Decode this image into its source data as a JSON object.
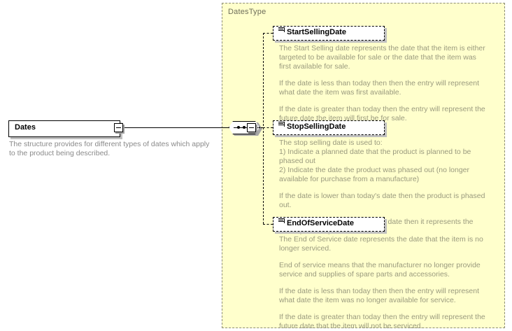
{
  "diagram": {
    "type_container_label": "DatesType",
    "root_element": {
      "name": "Dates",
      "description": "The structure provides for different types of dates which apply to the product being described.",
      "collapse_icon": "minus-box-icon"
    },
    "compositor": {
      "kind": "sequence-icon",
      "collapse_icon": "minus-box-icon"
    },
    "elements": [
      {
        "name": "StartSellingDate",
        "paragraphs": [
          "The Start Selling date represents the date that the item is either targeted to be available for sale or the date that the item was first available for sale.",
          "If the date is less than today then then the entry will represent what date the item was first available.",
          "If the date is greater than today then the entry will represent the future date the item will first be for sale."
        ]
      },
      {
        "name": "StopSellingDate",
        "paragraphs": [
          "The stop selling date is used to:\n1) Indicate a planned date that the product is planned to be phased out\n2) Indicate the date the product was phased out (no longer available for purchase from a manufacture)",
          "If the date is lower than today's date then the product is phased out.",
          "If the date is greater than today's date then it represents the future planned phase out date."
        ]
      },
      {
        "name": "EndOfServiceDate",
        "paragraphs": [
          "The End of Service date represents the date that the item is no longer serviced.",
          "End of service means that the manufacturer no longer provide service and supplies of spare parts and accessories.",
          "If the date is less than today then then the entry will represent what date the item was no longer available for service.",
          "If the date is greater than today then the entry will represent the future date that the item will not be serviced."
        ]
      }
    ],
    "colors": {
      "type_background": "#ffffcc",
      "type_border": "#8d8d74",
      "node_background": "#ffffff",
      "node_border": "#000000",
      "shadow": "#c0c0c0",
      "description_text": "#9a9a7e",
      "root_description_text": "#8a8a8a",
      "type_label_text": "#6e6e5a"
    }
  }
}
